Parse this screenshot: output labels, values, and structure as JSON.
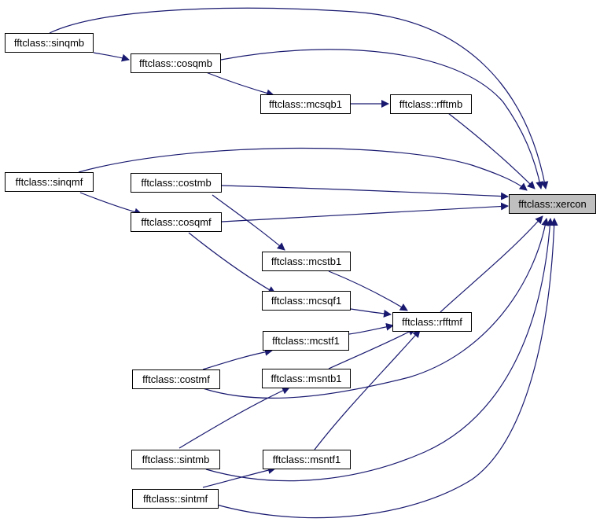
{
  "colors": {
    "edge": "#191970",
    "node_border": "#000000",
    "node_fill": "#ffffff",
    "current_fill": "#bfbfbf"
  },
  "nodes": {
    "sinqmb": "fftclass::sinqmb",
    "cosqmb": "fftclass::cosqmb",
    "mcsqb1": "fftclass::mcsqb1",
    "rfftmb": "fftclass::rfftmb",
    "sinqmf": "fftclass::sinqmf",
    "costmb": "fftclass::costmb",
    "xercon": "fftclass::xercon",
    "cosqmf": "fftclass::cosqmf",
    "mcstb1": "fftclass::mcstb1",
    "mcsqf1": "fftclass::mcsqf1",
    "rfftmf": "fftclass::rfftmf",
    "mcstf1": "fftclass::mcstf1",
    "costmf": "fftclass::costmf",
    "msntb1": "fftclass::msntb1",
    "sintmb": "fftclass::sintmb",
    "msntf1": "fftclass::msntf1",
    "sintmf": "fftclass::sintmf"
  }
}
